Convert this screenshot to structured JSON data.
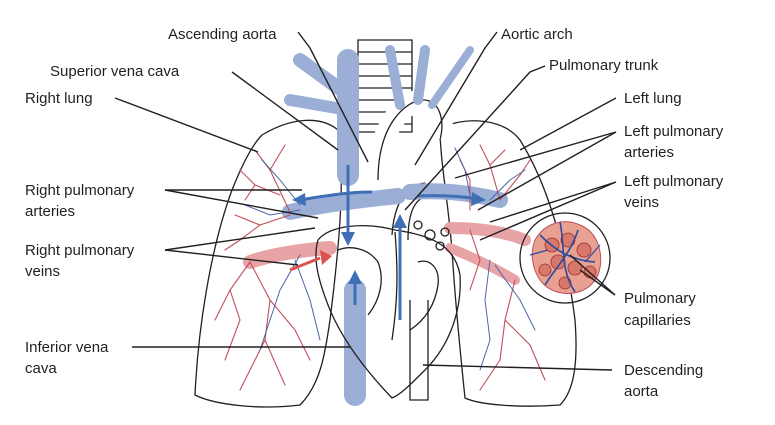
{
  "labels": {
    "ascending_aorta": "Ascending aorta",
    "aortic_arch": "Aortic arch",
    "superior_vena_cava": "Superior vena cava",
    "pulmonary_trunk": "Pulmonary trunk",
    "right_lung": "Right lung",
    "left_lung": "Left lung",
    "left_pulmonary_arteries": [
      "Left pulmonary",
      "arteries"
    ],
    "right_pulmonary_arteries": [
      "Right pulmonary",
      "arteries"
    ],
    "left_pulmonary_veins": [
      "Left pulmonary",
      "veins"
    ],
    "right_pulmonary_veins": [
      "Right pulmonary",
      "veins"
    ],
    "pulmonary_capillaries": [
      "Pulmonary",
      "capillaries"
    ],
    "inferior_vena_cava": [
      "Inferior vena",
      "cava"
    ],
    "descending_aorta": [
      "Descending",
      "aorta"
    ]
  },
  "colors": {
    "deoxygenated_vessel": "#9aaed6",
    "oxygenated_vessel": "#e8a3a6",
    "flow_arrow": "#3f6fb5",
    "fine_artery": "#c0505a",
    "fine_vein": "#4d66a8",
    "outline": "#231f20"
  }
}
